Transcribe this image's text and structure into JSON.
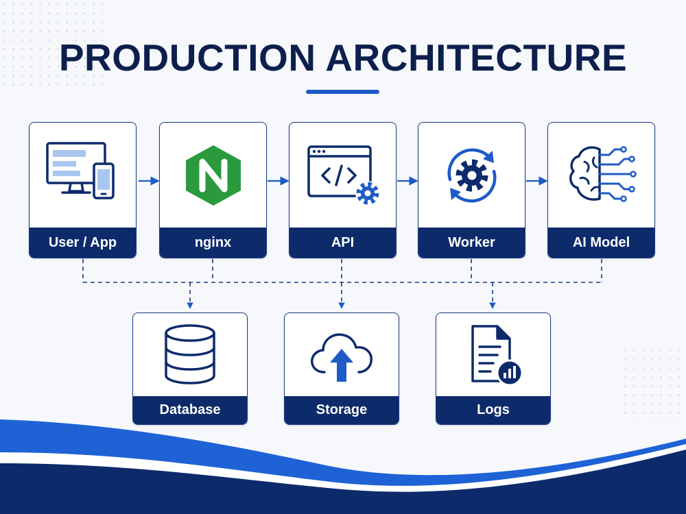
{
  "title": "PRODUCTION ARCHITECTURE",
  "colors": {
    "navy": "#0d2b6b",
    "title": "#0d1f4d",
    "accent_blue": "#1d5bc6",
    "nginx_green": "#2a9a3c",
    "background": "#f6f8fc"
  },
  "pipeline": [
    {
      "label": "User / App",
      "icon": "desktop-mobile-icon"
    },
    {
      "label": "nginx",
      "icon": "nginx-logo-icon"
    },
    {
      "label": "API",
      "icon": "code-window-gear-icon"
    },
    {
      "label": "Worker",
      "icon": "gear-refresh-icon"
    },
    {
      "label": "AI Model",
      "icon": "brain-circuit-icon"
    }
  ],
  "services": [
    {
      "label": "Database",
      "icon": "database-icon"
    },
    {
      "label": "Storage",
      "icon": "cloud-upload-icon"
    },
    {
      "label": "Logs",
      "icon": "document-chart-icon"
    }
  ]
}
